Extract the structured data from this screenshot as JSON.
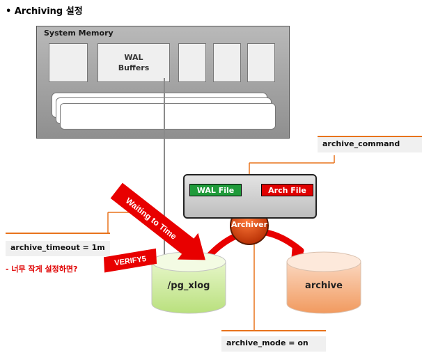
{
  "page": {
    "title": "• Archiving 설정"
  },
  "memory": {
    "label": "System Memory",
    "wal_buffers": "WAL Buffers"
  },
  "archive_command": {
    "label": "archive_command"
  },
  "archiver_box": {
    "wal_file": "WAL File",
    "arch_file": "Arch File",
    "archiver": "Archiver"
  },
  "waiting_banner": {
    "label": "Waiting to Time"
  },
  "verify_badge": {
    "label": "VERIFY5"
  },
  "archive_timeout": {
    "label": "archive_timeout = 1m",
    "note": "- 너무 작게 설정하면?"
  },
  "pg_xlog": {
    "label": "/pg_xlog"
  },
  "archive": {
    "label": "archive"
  },
  "archive_mode": {
    "label": "archive_mode = on"
  },
  "colors": {
    "accent_orange": "#e8731c",
    "wal_green": "#1f9b3a",
    "arch_red": "#e00000",
    "pg_xlog_fill": "#c6e89a",
    "archive_fill": "#f2a777"
  }
}
